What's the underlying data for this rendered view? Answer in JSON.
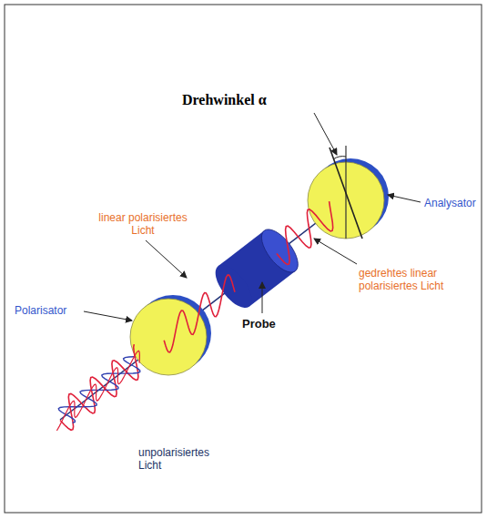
{
  "diagram": {
    "labels": [
      "Drehwinkel α",
      "Analysator",
      "linear polarisiertes Licht",
      "gedrehtes linear polarisiertes Licht",
      "Probe",
      "Polarisator",
      "unpolarisiertes Licht"
    ]
  }
}
